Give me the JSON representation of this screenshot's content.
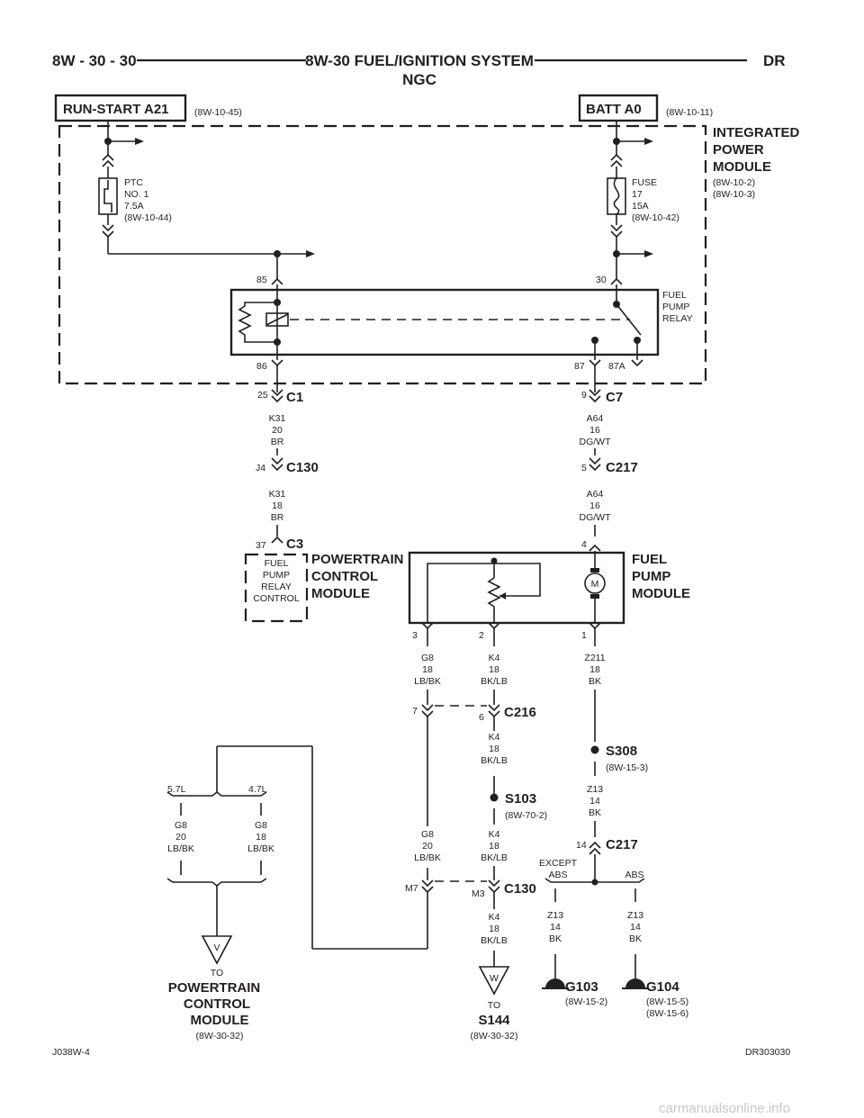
{
  "header": {
    "left": "8W - 30 - 30",
    "title_line1": "8W-30 FUEL/IGNITION SYSTEM",
    "title_line2": "NGC",
    "right": "DR"
  },
  "sources": {
    "run_start": {
      "label": "RUN-START A21",
      "ref": "(8W-10-45)"
    },
    "batt": {
      "label": "BATT A0",
      "ref": "(8W-10-11)"
    }
  },
  "ipm": {
    "title": [
      "INTEGRATED",
      "POWER",
      "MODULE"
    ],
    "refs": [
      "(8W-10-2)",
      "(8W-10-3)"
    ],
    "ptc": [
      "PTC",
      "NO. 1",
      "7.5A",
      "(8W-10-44)"
    ],
    "fuse": [
      "FUSE",
      "17",
      "15A",
      "(8W-10-42)"
    ],
    "relay": {
      "label": [
        "FUEL",
        "PUMP",
        "RELAY"
      ],
      "pin85": "85",
      "pin30": "30",
      "pin86": "86",
      "pin87": "87",
      "pin87a": "87A"
    }
  },
  "connectors": {
    "c1": {
      "name": "C1",
      "pin": "25"
    },
    "c7": {
      "name": "C7",
      "pin": "9"
    },
    "c130a": {
      "name": "C130",
      "pin": "J4"
    },
    "c217a": {
      "name": "C217",
      "pin": "5"
    },
    "c3": {
      "name": "C3",
      "pin": "37"
    },
    "c216": {
      "name": "C216",
      "pin_left": "7",
      "pin_right": "6"
    },
    "c217b": {
      "name": "C217",
      "pin": "14"
    },
    "c130b": {
      "name": "C130",
      "pin_left": "M7",
      "pin_right": "M3"
    }
  },
  "wires": {
    "k31a": [
      "K31",
      "20",
      "BR"
    ],
    "a64a": [
      "A64",
      "16",
      "DG/WT"
    ],
    "k31b": [
      "K31",
      "18",
      "BR"
    ],
    "a64b": [
      "A64",
      "16",
      "DG/WT"
    ],
    "g8a": [
      "G8",
      "18",
      "LB/BK"
    ],
    "k4a": [
      "K4",
      "18",
      "BK/LB"
    ],
    "z211": [
      "Z211",
      "18",
      "BK"
    ],
    "k4b": [
      "K4",
      "18",
      "BK/LB"
    ],
    "z13a": [
      "Z13",
      "14",
      "BK"
    ],
    "g8_57": [
      "G8",
      "20",
      "LB/BK"
    ],
    "g8_47": [
      "G8",
      "18",
      "LB/BK"
    ],
    "g8c": [
      "G8",
      "20",
      "LB/BK"
    ],
    "k4c": [
      "K4",
      "18",
      "BK/LB"
    ],
    "k4d": [
      "K4",
      "18",
      "BK/LB"
    ],
    "z13b": [
      "Z13",
      "14",
      "BK"
    ],
    "z13c": [
      "Z13",
      "14",
      "BK"
    ]
  },
  "pcm": {
    "title": [
      "POWERTRAIN",
      "CONTROL",
      "MODULE"
    ],
    "inner": [
      "FUEL",
      "PUMP",
      "RELAY",
      "CONTROL"
    ]
  },
  "fpm": {
    "title": [
      "FUEL",
      "PUMP",
      "MODULE"
    ],
    "pins": [
      "3",
      "2",
      "1"
    ],
    "motor": "M"
  },
  "splices": {
    "s308": {
      "name": "S308",
      "ref": "(8W-15-3)"
    },
    "s103": {
      "name": "S103",
      "ref": "(8W-70-2)"
    }
  },
  "engine": {
    "v57": "5.7L",
    "v47": "4.7L"
  },
  "abs": {
    "except": [
      "EXCEPT",
      "ABS"
    ],
    "abs": "ABS"
  },
  "grounds": {
    "g103": {
      "name": "G103",
      "ref": "(8W-15-2)"
    },
    "g104": {
      "name": "G104",
      "refs": [
        "(8W-15-5)",
        "(8W-15-6)"
      ]
    }
  },
  "to_pcm": {
    "letter": "V",
    "to": "TO",
    "title": [
      "POWERTRAIN",
      "CONTROL",
      "MODULE"
    ],
    "ref": "(8W-30-32)"
  },
  "to_s144": {
    "letter": "W",
    "to": "TO",
    "title": "S144",
    "ref": "(8W-30-32)"
  },
  "footer": {
    "left": "J038W-4",
    "right": "DR303030"
  },
  "watermark": "carmanualsonline.info"
}
